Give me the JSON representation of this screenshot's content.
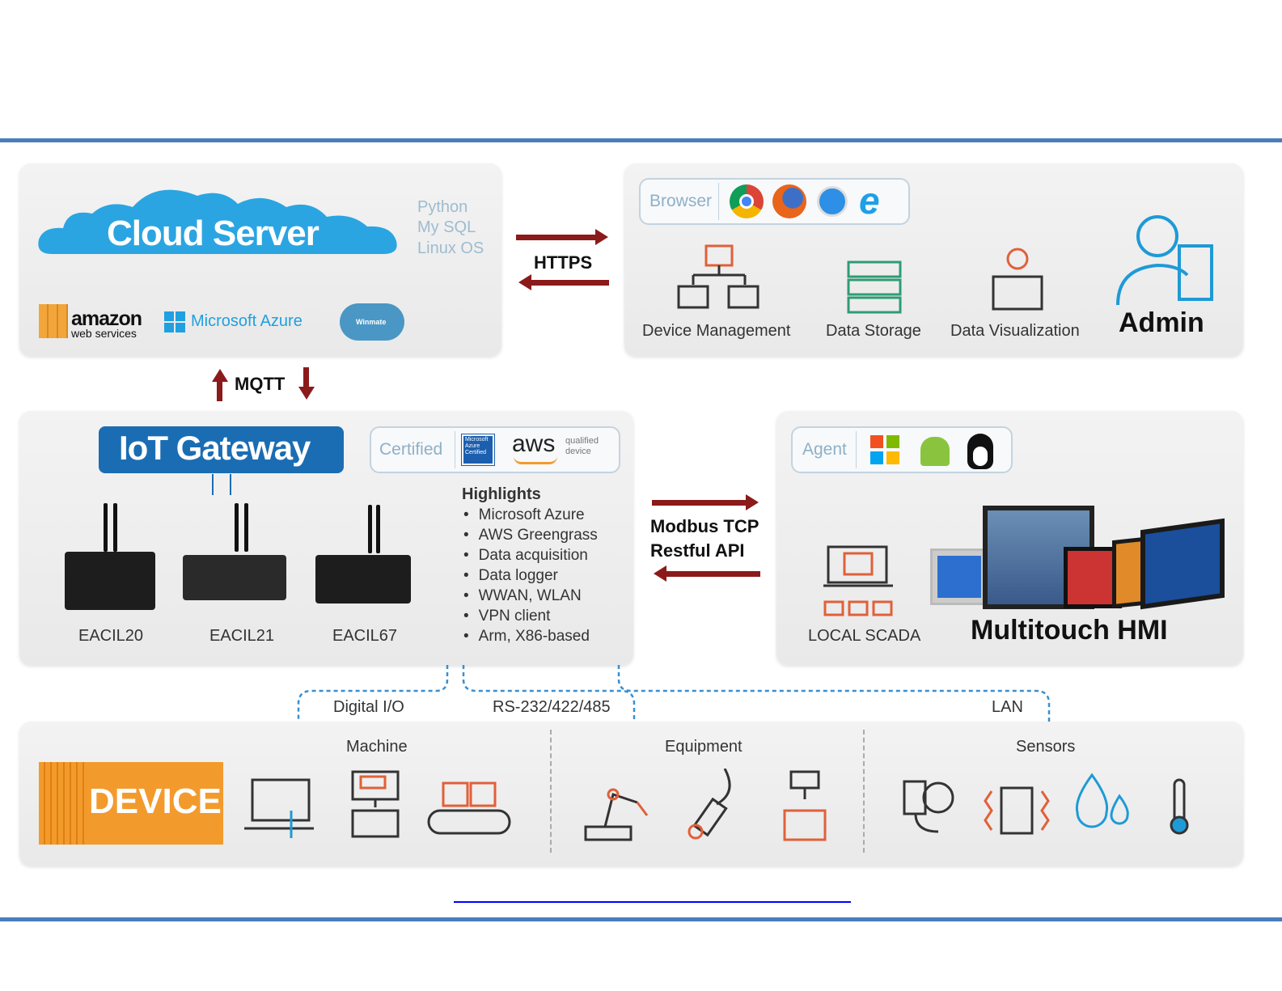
{
  "cloud": {
    "title": "Cloud Server",
    "stack": [
      "Python",
      "My SQL",
      "Linux OS"
    ],
    "providers": [
      "amazon",
      "web services",
      "Microsoft Azure",
      "Winmate"
    ]
  },
  "https_label": "HTTPS",
  "web": {
    "browser_label": "Browser",
    "browsers": [
      "chrome-icon",
      "firefox-icon",
      "safari-icon",
      "ie-icon"
    ],
    "features": [
      "Device Management",
      "Data Storage",
      "Data Visualization"
    ],
    "admin": "Admin"
  },
  "mqtt_label": "MQTT",
  "gateway": {
    "title": "IoT Gateway",
    "certified_label": "Certified",
    "cert_logos": [
      "Microsoft Azure Certified",
      "aws",
      "qualified device"
    ],
    "models": [
      "EACIL20",
      "EACIL21",
      "EACIL67"
    ],
    "highlights_title": "Highlights",
    "highlights": [
      "Microsoft Azure",
      "AWS Greengrass",
      "Data acquisition",
      "Data logger",
      "WWAN, WLAN",
      "VPN client",
      "Arm, X86-based"
    ]
  },
  "protocol_labels": [
    "Modbus TCP",
    "Restful API"
  ],
  "hmi": {
    "agent_label": "Agent",
    "os": [
      "windows-icon",
      "android-icon",
      "linux-icon"
    ],
    "scada": "LOCAL SCADA",
    "title": "Multitouch HMI"
  },
  "connections": [
    "Digital I/O",
    "RS-232/422/485",
    "LAN"
  ],
  "device": {
    "badge": "DEVICE",
    "groups": [
      "Machine",
      "Equipment",
      "Sensors"
    ]
  },
  "colors": {
    "accent": "#4a7ebb",
    "arrow": "#8b1a1a",
    "cloud": "#29a3e0",
    "gateway": "#1b6db3",
    "device": "#f39a2d"
  }
}
